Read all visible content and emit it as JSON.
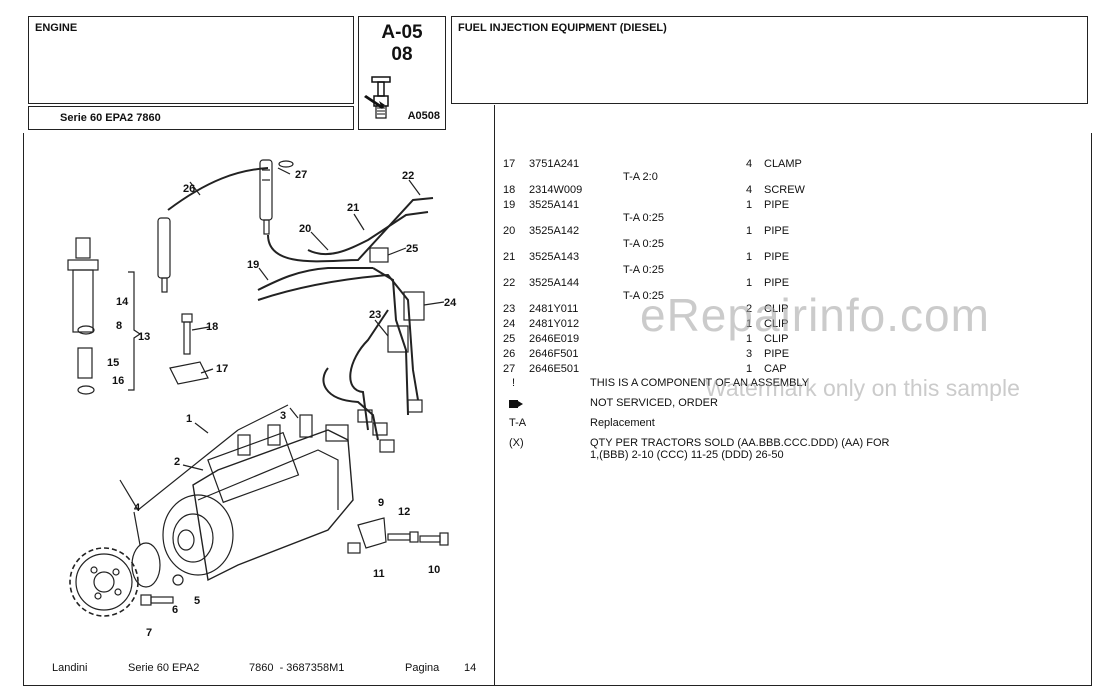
{
  "header": {
    "section": "ENGINE",
    "series": "Serie 60 EPA2 7860",
    "code_line1": "A-05",
    "code_line2": "08",
    "icon_code": "A0508",
    "title": "FUEL INJECTION EQUIPMENT (DIESEL)"
  },
  "parts": [
    {
      "no": "17",
      "part": "3751A241",
      "qty": "4",
      "desc": "CLAMP"
    },
    {
      "no": "18",
      "part": "2314W009",
      "qty": "4",
      "desc": "SCREW"
    },
    {
      "no": "19",
      "part": "3525A141",
      "qty": "1",
      "desc": "PIPE"
    },
    {
      "no": "20",
      "part": "3525A142",
      "qty": "1",
      "desc": "PIPE"
    },
    {
      "no": "21",
      "part": "3525A143",
      "qty": "1",
      "desc": "PIPE"
    },
    {
      "no": "22",
      "part": "3525A144",
      "qty": "1",
      "desc": "PIPE"
    },
    {
      "no": "23",
      "part": "2481Y011",
      "qty": "2",
      "desc": "CLIP"
    },
    {
      "no": "24",
      "part": "2481Y012",
      "qty": "1",
      "desc": "CLIP"
    },
    {
      "no": "25",
      "part": "2646E019",
      "qty": "1",
      "desc": "CLIP"
    },
    {
      "no": "26",
      "part": "2646F501",
      "qty": "3",
      "desc": "PIPE"
    },
    {
      "no": "27",
      "part": "2646E501",
      "qty": "1",
      "desc": "CAP"
    }
  ],
  "torques": [
    "T-A 2:0",
    "T-A 0:25",
    "T-A 0:25",
    "T-A 0:25",
    "T-A 0:25"
  ],
  "legend": [
    {
      "symbol": "!",
      "text": "THIS IS A COMPONENT OF AN ASSEMBLY"
    },
    {
      "symbol": "",
      "text": "NOT SERVICED, ORDER"
    },
    {
      "symbol": "T-A",
      "text": "Replacement"
    },
    {
      "symbol": "(X)",
      "text": "QTY PER TRACTORS SOLD  (AA.BBB.CCC.DDD) (AA) FOR"
    },
    {
      "symbol": "",
      "text": "1,(BBB) 2-10 (CCC) 11-25 (DDD) 26-50"
    }
  ],
  "footer": {
    "brand": "Landini",
    "series": "Serie 60 EPA2",
    "model_code": "7860  - 3687358M1",
    "page_label": "Pagina",
    "page_number": "14"
  },
  "watermark": {
    "main": "eRepairinfo.com",
    "sub": "Watermark only on this sample"
  },
  "diagram": {
    "callouts": [
      "1",
      "2",
      "3",
      "4",
      "5",
      "6",
      "7",
      "8",
      "9",
      "10",
      "11",
      "12",
      "13",
      "14",
      "15",
      "16",
      "17",
      "18",
      "19",
      "20",
      "21",
      "22",
      "23",
      "24",
      "25",
      "26",
      "27"
    ]
  },
  "icons": [
    "injector-icon",
    "not-serviced-icon"
  ]
}
